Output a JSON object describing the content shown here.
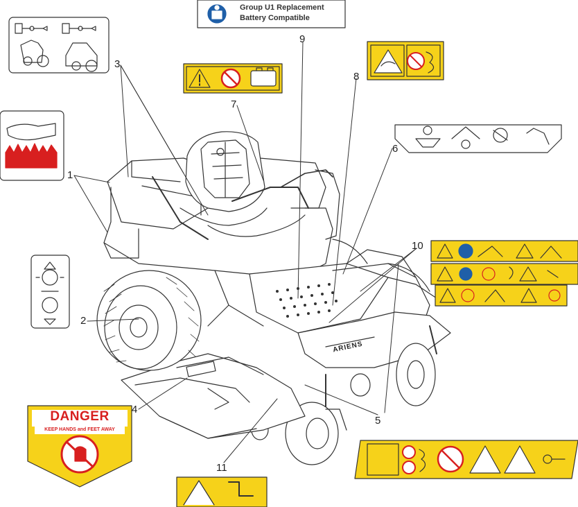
{
  "callouts": [
    "1",
    "2",
    "3",
    "4",
    "5",
    "6",
    "7",
    "8",
    "9",
    "10",
    "11"
  ],
  "battery_decal": {
    "line1": "Group U1 Replacement",
    "line2": "Battery Compatible"
  },
  "danger_decal": {
    "title": "DANGER",
    "subtitle": "KEEP HANDS and FEET AWAY"
  },
  "brand": "ARIENS",
  "colors": {
    "decal_yellow": "#f6d21a",
    "danger_red": "#d81f1f",
    "line": "#333333",
    "info_blue": "#1f5fa8"
  },
  "icons": [
    "warning-triangle-icon",
    "no-fire-icon",
    "battery-icon",
    "hand-crush-icon",
    "parking-brake-icon",
    "read-manual-icon",
    "rollover-icon",
    "lift-point-icon"
  ]
}
